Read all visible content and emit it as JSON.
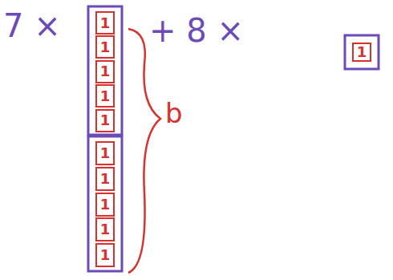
{
  "diagram": {
    "nodes": [
      {
        "text": [
          "1"
        ]
      },
      {
        "text": [
          "1"
        ]
      },
      {
        "text": [
          "1"
        ]
      },
      {
        "text": [
          "1"
        ]
      },
      {
        "text": [
          "1"
        ]
      },
      {
        "text": [
          "1"
        ]
      },
      {
        "text": [
          "1"
        ]
      },
      {
        "text": [
          "1"
        ]
      },
      {
        "text": [
          "1"
        ]
      },
      {
        "text": [
          "1"
        ]
      },
      {
        "text": [
          "1"
        ]
      }
    ],
    "labels": [
      "7 ×",
      "+ 8 ×",
      "b"
    ]
  }
}
